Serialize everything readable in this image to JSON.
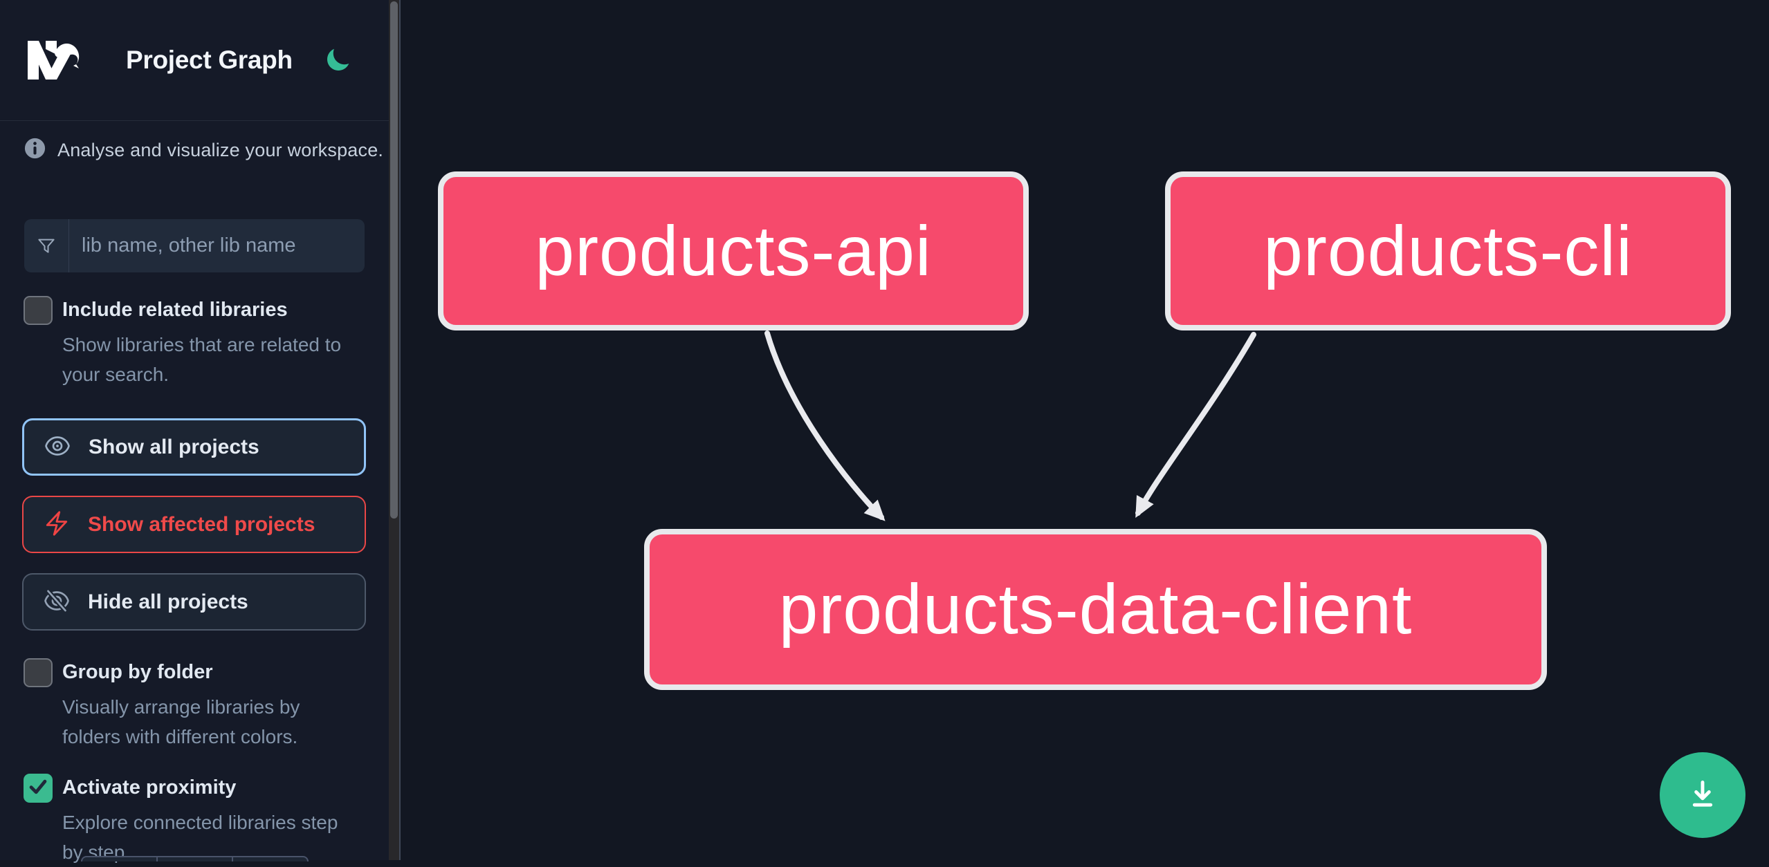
{
  "header": {
    "logo_text": "Nx",
    "title": "Project Graph"
  },
  "sidebar": {
    "info_text": "Analyse and visualize your workspace.",
    "search": {
      "placeholder": "lib name, other lib name"
    },
    "checkboxes": [
      {
        "label": "Include related libraries",
        "checked": false,
        "description_lines": [
          "Show libraries that are related to",
          "your search."
        ]
      },
      {
        "label": "Group by folder",
        "checked": false,
        "description_lines": [
          "Visually arrange libraries by",
          "folders with different colors."
        ]
      },
      {
        "label": "Activate proximity",
        "checked": true,
        "description_lines": [
          "Explore connected libraries step",
          "by step."
        ]
      }
    ],
    "buttons": [
      {
        "label": "Show all projects",
        "icon": "eye-icon",
        "state": "focused"
      },
      {
        "label": "Show affected projects",
        "icon": "bolt-icon",
        "state": "affected"
      },
      {
        "label": "Hide all projects",
        "icon": "eye-off-icon",
        "state": "default"
      }
    ]
  },
  "graph": {
    "nodes": [
      {
        "id": "products-api",
        "label": "products-api"
      },
      {
        "id": "products-cli",
        "label": "products-cli"
      },
      {
        "id": "products-data-client",
        "label": "products-data-client"
      }
    ],
    "edges": [
      {
        "from": "products-api",
        "to": "products-data-client"
      },
      {
        "from": "products-cli",
        "to": "products-data-client"
      }
    ]
  },
  "icons": [
    "nx-logo",
    "moon-icon",
    "info-icon",
    "funnel-icon",
    "eye-icon",
    "bolt-icon",
    "eye-off-icon",
    "checkmark-icon",
    "download-icon"
  ],
  "colors": {
    "node_fill": "#f64a6c",
    "node_border": "#e8e9ec",
    "accent_green": "#2ebc8e",
    "checkbox_checked": "#3bbb90",
    "focus_blue": "#91c4f8",
    "affected_red": "#ef4a4a",
    "sidebar_bg": "#151a28",
    "canvas_bg": "#121722"
  }
}
